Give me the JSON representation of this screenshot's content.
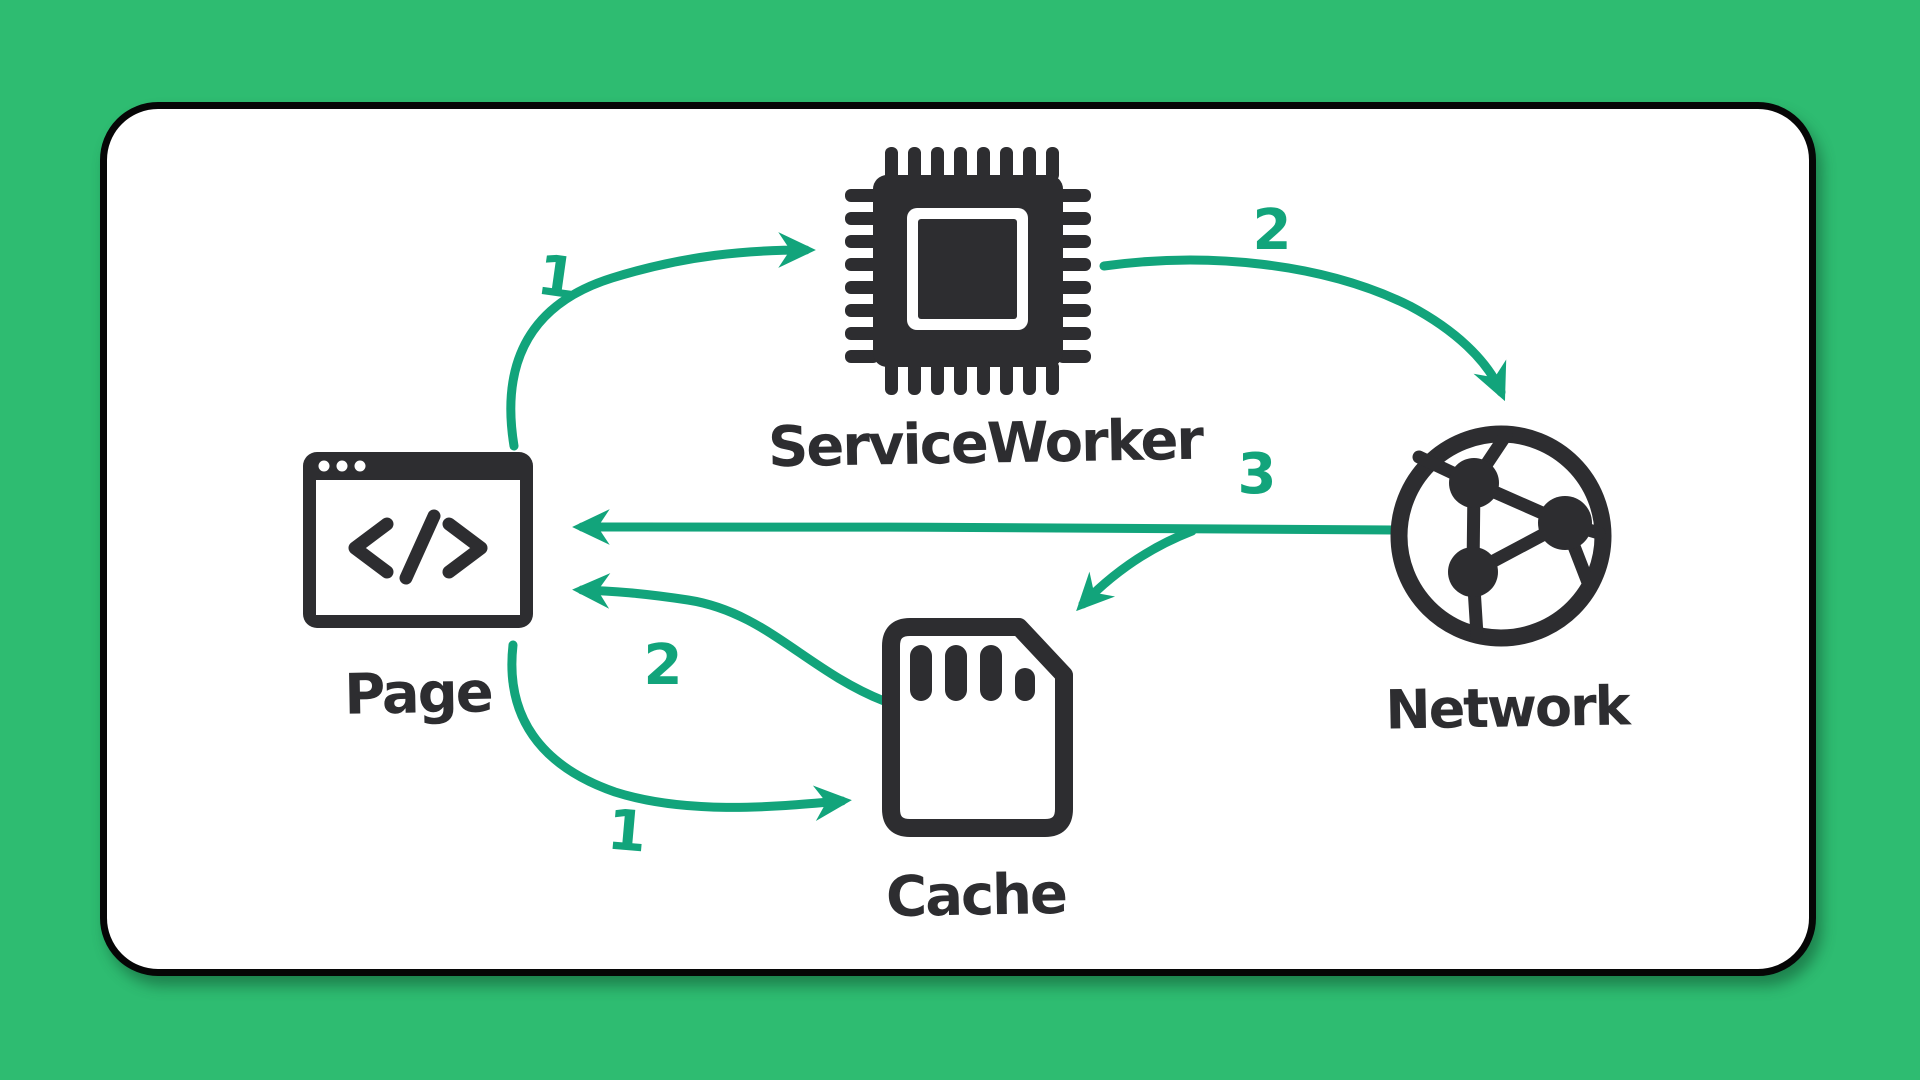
{
  "diagram": {
    "title": "service-worker-cache-flow",
    "colors": {
      "background": "#2ebc71",
      "card_background": "#ffffff",
      "card_border": "#060606",
      "ink": "#2d2d30",
      "accent": "#12a47b"
    },
    "nodes": [
      {
        "id": "serviceworker",
        "label": "ServiceWorker",
        "icon": "cpu-chip-icon"
      },
      {
        "id": "page",
        "label": "Page",
        "icon": "browser-window-code-icon"
      },
      {
        "id": "network",
        "label": "Network",
        "icon": "globe-network-icon"
      },
      {
        "id": "cache",
        "label": "Cache",
        "icon": "sd-card-icon"
      }
    ],
    "arrows": [
      {
        "id": "page-to-serviceworker",
        "from": "Page",
        "to": "ServiceWorker",
        "step": "1"
      },
      {
        "id": "serviceworker-to-network",
        "from": "ServiceWorker",
        "to": "Network",
        "step": "2"
      },
      {
        "id": "network-to-page",
        "from": "Network",
        "to": "Page",
        "step": "3"
      },
      {
        "id": "network-to-cache",
        "from": "Network",
        "to": "Cache",
        "step": ""
      },
      {
        "id": "cache-to-page",
        "from": "Cache",
        "to": "Page",
        "step": "2"
      },
      {
        "id": "page-to-cache",
        "from": "Page",
        "to": "Cache",
        "step": "1"
      }
    ]
  }
}
